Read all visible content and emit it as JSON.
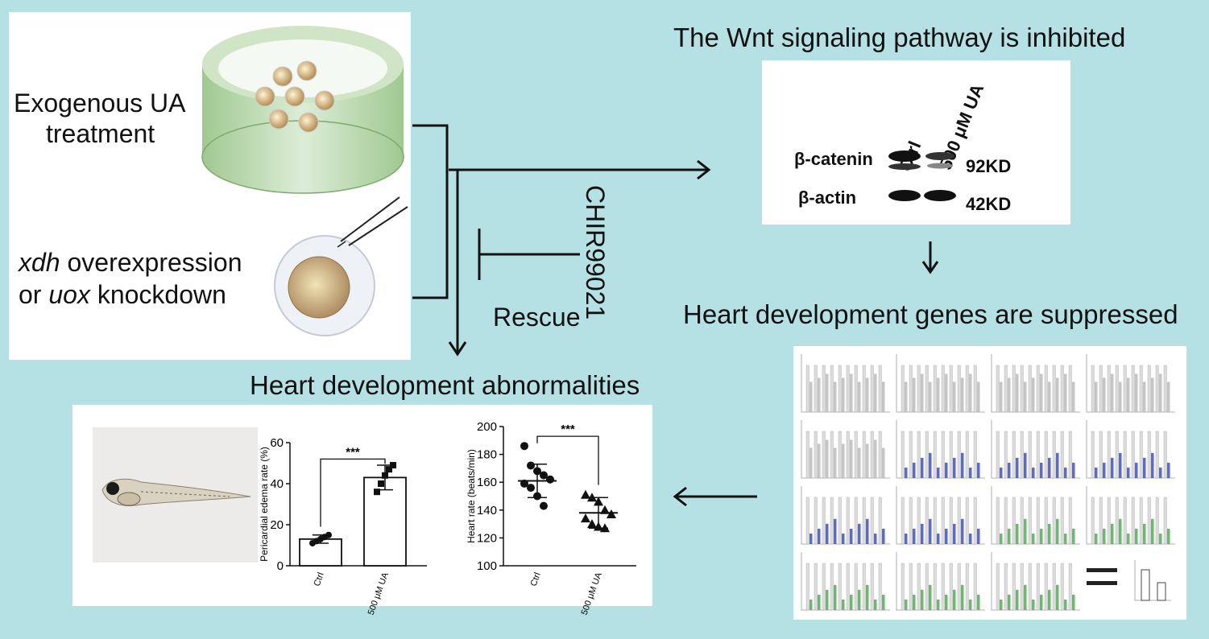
{
  "treatment": {
    "line1": "Exogenous UA",
    "line2": "treatment",
    "gene_xdh": "xdh",
    "overexpression": " overexpression",
    "or": "or ",
    "gene_uox": "uox",
    "knockdown": " knockdown"
  },
  "inhibitor": {
    "name": "CHIR99021",
    "rescue": "Rescue"
  },
  "wnt": {
    "title": "The Wnt signaling pathway is inhibited",
    "lane_ctrl": "Ctrl",
    "lane_ua": "500 μM UA",
    "band1": "β-catenin",
    "band1_kd": "92KD",
    "band2": "β-actin",
    "band2_kd": "42KD"
  },
  "genes": {
    "title": "Heart development genes are suppressed"
  },
  "abnormal": {
    "title": "Heart development abnormalities"
  },
  "chart_data": [
    {
      "type": "bar",
      "categories": [
        "Ctrl",
        "500 μM UA"
      ],
      "values": [
        13,
        43
      ],
      "errors": [
        2,
        6
      ],
      "points": [
        [
          11,
          12,
          13,
          14,
          15
        ],
        [
          36,
          40,
          44,
          47,
          49
        ]
      ],
      "ylabel": "Pericardial edema rate (%)",
      "ylim": [
        0,
        60
      ],
      "yticks": [
        0,
        20,
        40,
        60
      ],
      "significance": "***"
    },
    {
      "type": "scatter",
      "categories": [
        "Ctrl",
        "500 μM UA"
      ],
      "means": [
        161,
        138
      ],
      "sd": [
        12,
        11
      ],
      "points": [
        [
          186,
          172,
          168,
          165,
          162,
          159,
          156,
          150,
          143
        ],
        [
          151,
          149,
          146,
          140,
          137,
          134,
          130,
          128,
          127
        ]
      ],
      "ylabel": "Heart rate  (beats/min)",
      "ylim": [
        100,
        200
      ],
      "yticks": [
        100,
        120,
        140,
        160,
        180,
        200
      ],
      "significance": "***"
    }
  ],
  "colors": {
    "background": "#b6e1e4",
    "blue_bars": "#3b4fd8",
    "green_bars": "#4caf50"
  }
}
